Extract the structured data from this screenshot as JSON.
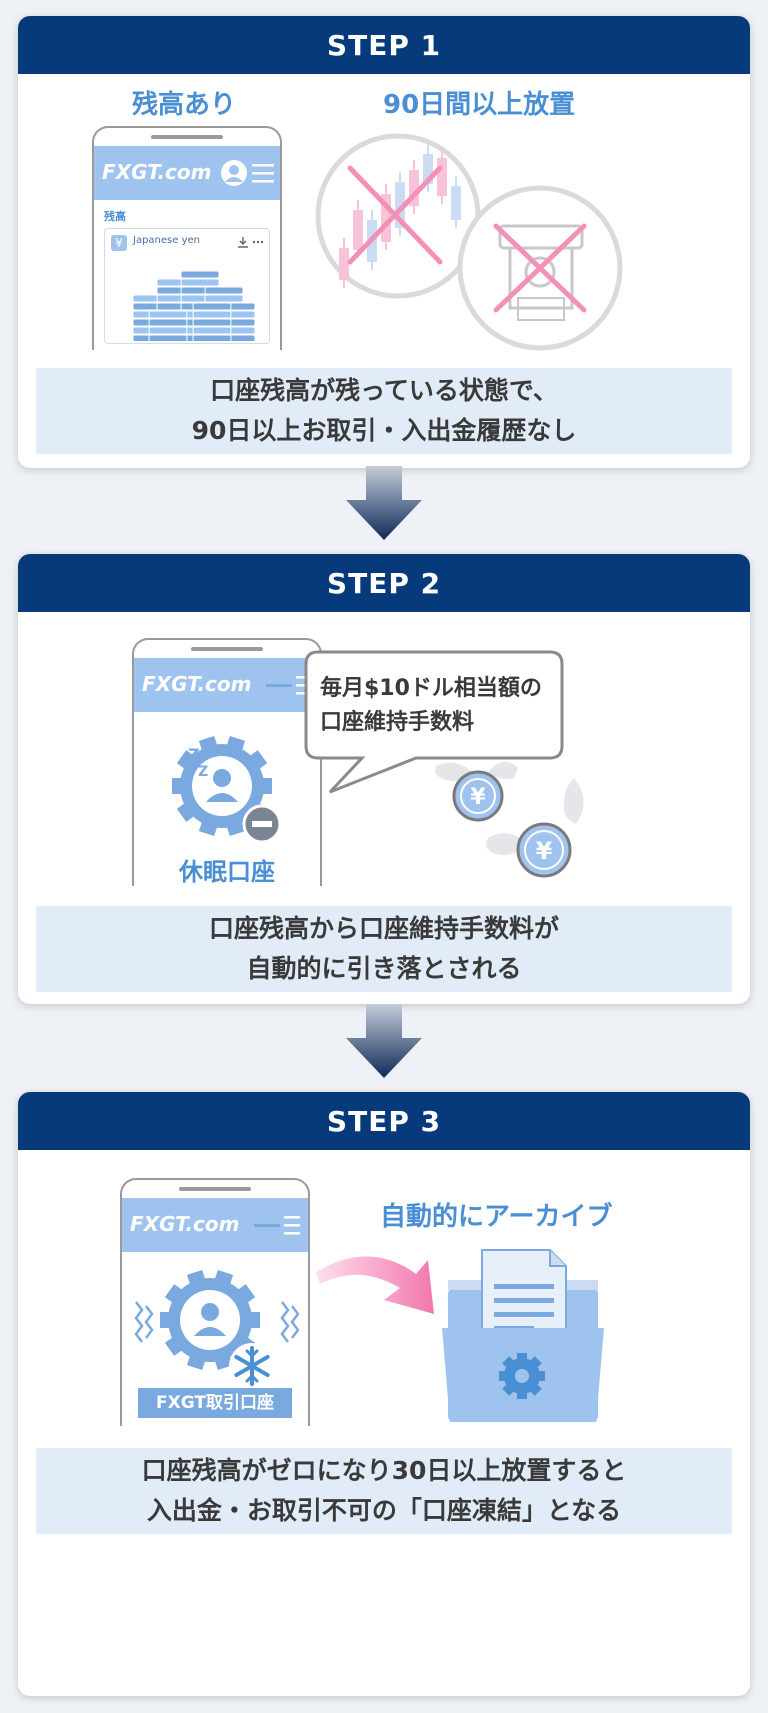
{
  "steps": [
    {
      "title": "STEP 1",
      "left_label": "残高あり",
      "right_label": "90日間以上放置",
      "phone": {
        "logo": "FXGT.com",
        "section_label": "残高",
        "currency_symbol": "¥",
        "currency_name": "Japanese yen"
      },
      "caption": [
        "口座残高が残っている状態で、",
        "90日以上お取引・入出金履歴なし"
      ]
    },
    {
      "title": "STEP 2",
      "phone": {
        "logo": "FXGT.com",
        "status_label": "休眠口座"
      },
      "bubble": [
        "毎月$10ドル相当額の",
        "口座維持手数料"
      ],
      "coin_symbol": "¥",
      "caption": [
        "口座残高から口座維持手数料が",
        "自動的に引き落とされる"
      ]
    },
    {
      "title": "STEP 3",
      "phone": {
        "logo": "FXGT.com",
        "account_label": "FXGT取引口座"
      },
      "archive_label": "自動的にアーカイブ",
      "caption": [
        "口座残高がゼロになり30日以上放置すると",
        "入出金・お取引不可の「口座凍結」となる"
      ]
    }
  ],
  "icons": [
    "user-icon",
    "menu-icon",
    "download-icon",
    "more-icon",
    "candlestick-icon",
    "atm-icon",
    "cross-icon",
    "gear-user-icon",
    "sleep-icon",
    "minus-icon",
    "winged-coin-icon",
    "snowflake-icon",
    "curved-arrow-icon",
    "folder-gear-icon",
    "document-icon",
    "down-arrow-icon"
  ],
  "colors": {
    "header_navy": "#063a7a",
    "caption_bg": "#e1ecf8",
    "accent_blue": "#4a8fd4",
    "phone_blue": "#9ec3ee",
    "cross_pink": "#f48fb8"
  }
}
